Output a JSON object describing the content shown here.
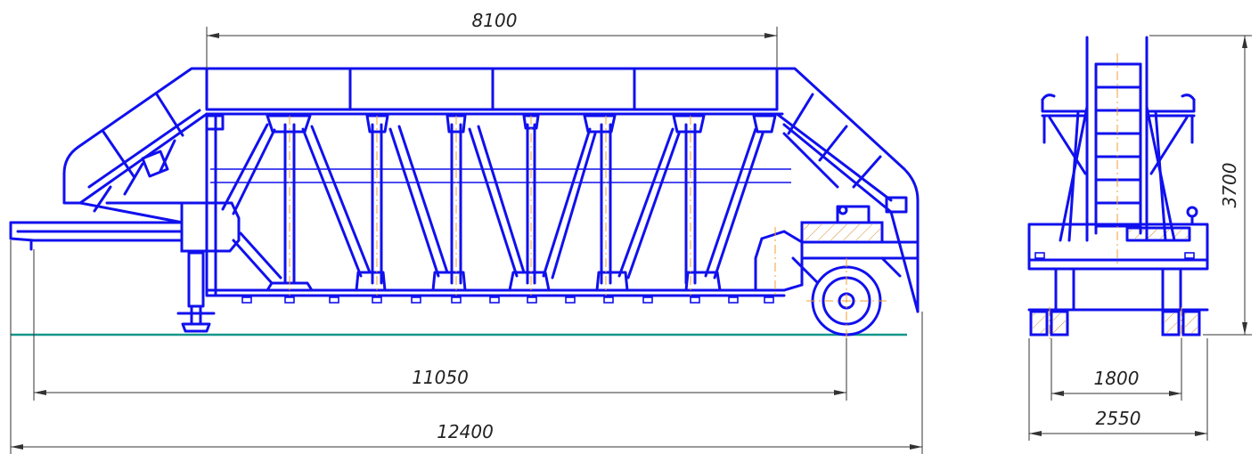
{
  "dimensions": {
    "top_width": "8100",
    "wheelbase": "11050",
    "overall_length": "12400",
    "height": "3700",
    "track": "1800",
    "overall_width": "2550"
  },
  "colors": {
    "structure": "#1010ee",
    "axis_lines": "#f0a030",
    "dimension_lines": "#333333",
    "ground_line": "#14968c",
    "hatch": "#d28a2e"
  }
}
